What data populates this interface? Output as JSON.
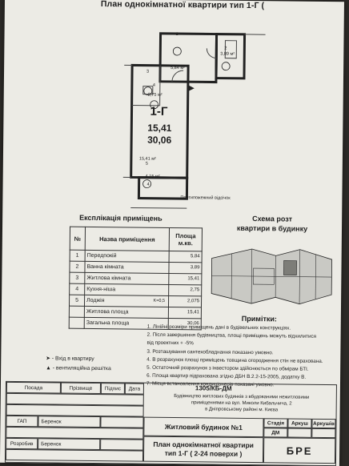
{
  "document": {
    "top_title": "План однокімнатної квартири тип 1-Г (",
    "apartment_type": "1-Г",
    "living_area": "15,41",
    "total_area": "30,06",
    "room_labels": [
      "1",
      "2",
      "3",
      "4",
      "5",
      "4"
    ],
    "plan_small_labels": [
      "5,84 м²",
      "3,89 м²",
      "2,75 м²",
      "15,41 м²",
      "4,15 м²",
      "Протипожежний відсічок"
    ]
  },
  "explication": {
    "title": "Експлікація приміщень",
    "headers": {
      "num": "№",
      "name": "Назва приміщення",
      "area": "Площа м.кв."
    },
    "rows": [
      {
        "num": "1",
        "name": "Передпокій",
        "k": "",
        "area": "5,84"
      },
      {
        "num": "2",
        "name": "Ванна кімната",
        "k": "",
        "area": "3,89"
      },
      {
        "num": "3",
        "name": "Житлова кімната",
        "k": "",
        "area": "15,41"
      },
      {
        "num": "4",
        "name": "Кухня-ніша",
        "k": "",
        "area": "2,75"
      },
      {
        "num": "5",
        "name": "Лоджія",
        "k": "K=0,5",
        "area": "2,075"
      },
      {
        "num": "",
        "name": "Житлова площа",
        "k": "",
        "area": "15,41"
      },
      {
        "num": "",
        "name": "Загальна площа",
        "k": "",
        "area": "30,06"
      }
    ]
  },
  "scheme": {
    "title_line1": "Схема розт",
    "title_line2": "квартири в будинку"
  },
  "notes": {
    "title": "Примітки:",
    "items": [
      "1. Лінійні розміри приміщень дані в будівельних конструкціях.",
      "2. Після завершення будівництва, площі приміщень можуть відхилитися",
      "від проектних + -5%",
      "3. Розташування сантехобладнання показано умовно.",
      "4. В розрахунок площі приміщень товщина огородження стін не врахована.",
      "5. Остаточний розрахунок з інвестором здійснюється по обмірам БТІ.",
      "6. Площа квартир підрахована згідно ДБН В.2.2-15-2005, додатку В.",
      "7. Місця встановлення кондиціонерів показані умовно."
    ]
  },
  "legend": {
    "entry": "- Вхід в квартиру",
    "vent": "- вентиляційна решітка"
  },
  "title_block": {
    "headers": [
      "Посада",
      "Прізвище",
      "Підпис",
      "Дата"
    ],
    "code": "1305/КБ-ДМ",
    "project_line1": "Будівництво житлових будинків з вбудованими нежитловими",
    "project_line2": "приміщеннями на вул. Миколи Кибальчича, 2",
    "project_line3": "в Дніпровському районі м. Києва",
    "building": "Житловий будинок №1",
    "stage_headers": [
      "Стадія",
      "Аркуш",
      "Аркушів"
    ],
    "stage": "ДМ",
    "drawing_title_1": "План однокімнатної квартири",
    "drawing_title_2": "тип 1-Г ( 2-24 поверхи )",
    "gap_role": "ГАП",
    "gap_name": "Беренок",
    "dev_role": "Розробив",
    "dev_name": "Беренок",
    "logo": "БРЕ"
  }
}
